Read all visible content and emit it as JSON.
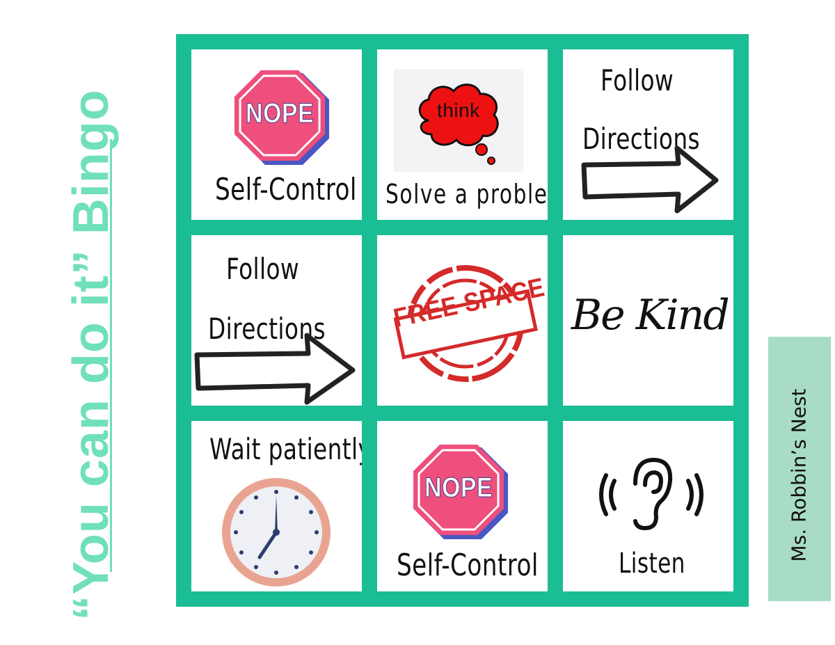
{
  "title": "“You can do it” Bingo",
  "credit": "Ms. Robbin’s Nest",
  "colors": {
    "board": "#1bbd95",
    "title": "#6fe0b8",
    "tape": "#a8dcc6",
    "stop_sign": "#ee4f7c",
    "stamp": "#d42a2a",
    "cloud": "#ee1111"
  },
  "cells": {
    "c1": {
      "icon": "nope-stop-sign-icon",
      "badge": "NOPE",
      "label": "Self-Control"
    },
    "c2": {
      "icon": "think-cloud-icon",
      "badge": "think",
      "label": "Solve a problem"
    },
    "c3": {
      "icon": "right-arrow-icon",
      "line1": "Follow",
      "line2": "Directions"
    },
    "c4": {
      "icon": "right-arrow-icon",
      "line1": "Follow",
      "line2": "Directions"
    },
    "c5": {
      "icon": "free-space-stamp-icon",
      "stamp": "FREE SPACE"
    },
    "c6": {
      "label": "Be Kind"
    },
    "c7": {
      "icon": "clock-icon",
      "label": "Wait patiently"
    },
    "c8": {
      "icon": "nope-stop-sign-icon",
      "badge": "NOPE",
      "label": "Self-Control"
    },
    "c9": {
      "icon": "ear-listening-icon",
      "label": "Listen"
    }
  }
}
